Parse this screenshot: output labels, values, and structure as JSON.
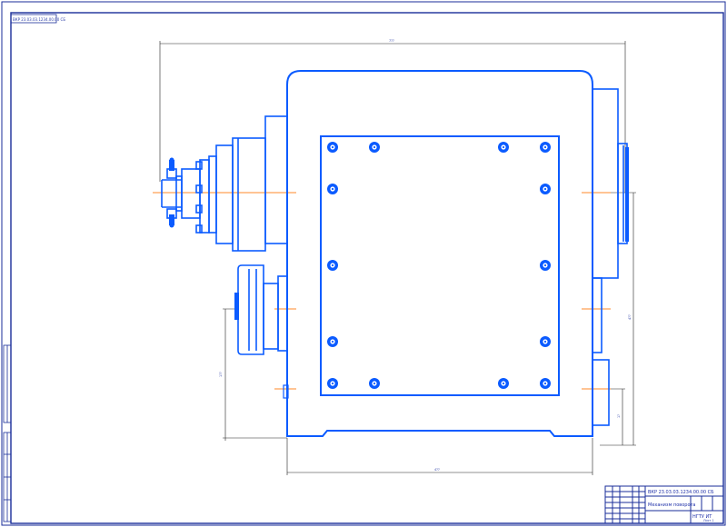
{
  "drawing": {
    "stamp_code": "ВКР 23.03.03.1234.00.00 СБ",
    "dims": {
      "overall_width": "7??",
      "housing_width": "4??",
      "right_height": "4??",
      "left_height": "1??",
      "foot_height": "1?"
    },
    "title_block": {
      "designation": "ВКР 23.03.03.1234.00.00 СБ",
      "name": "Механизм поворота",
      "sheet": "Лист 1",
      "organization": "НГТУ ИТ"
    },
    "colors": {
      "outline": "#0b5bff",
      "axis": "#ff8a2a",
      "frame": "#1a2e9a",
      "dimension": "#222222",
      "bolt": "#0b5bff"
    }
  }
}
